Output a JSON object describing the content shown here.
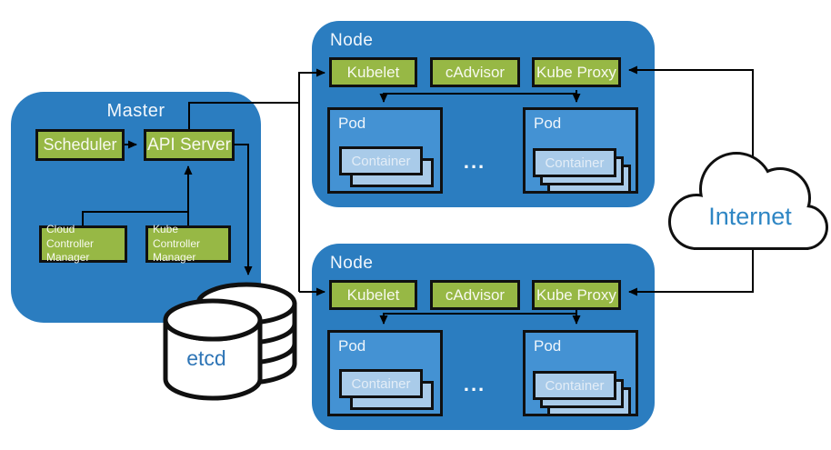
{
  "master": {
    "title": "Master",
    "scheduler": "Scheduler",
    "api_server": "API Server",
    "cloud_controller_manager": "Cloud Controller Manager",
    "kube_controller_manager": "Kube Controller Manager"
  },
  "etcd": {
    "label": "etcd"
  },
  "internet": {
    "label": "Internet"
  },
  "nodes": [
    {
      "title": "Node",
      "components": {
        "kubelet": "Kubelet",
        "cadvisor": "cAdvisor",
        "kube_proxy": "Kube Proxy"
      },
      "ellipsis": "...",
      "pods": [
        {
          "label": "Pod",
          "container": "Container",
          "stacked_sheets": 1
        },
        {
          "label": "Pod",
          "container": "Container",
          "stacked_sheets": 2
        }
      ]
    },
    {
      "title": "Node",
      "components": {
        "kubelet": "Kubelet",
        "cadvisor": "cAdvisor",
        "kube_proxy": "Kube Proxy"
      },
      "ellipsis": "...",
      "pods": [
        {
          "label": "Pod",
          "container": "Container",
          "stacked_sheets": 1
        },
        {
          "label": "Pod",
          "container": "Container",
          "stacked_sheets": 2
        }
      ]
    }
  ],
  "colors": {
    "block_blue": "#2b7dc0",
    "pod_blue": "#4492d3",
    "container_blue": "#a9cbe9",
    "box_green": "#97b845",
    "outline_black": "#101010",
    "etcd_text_blue": "#2e75b6",
    "internet_text_blue": "#2e86c4"
  }
}
